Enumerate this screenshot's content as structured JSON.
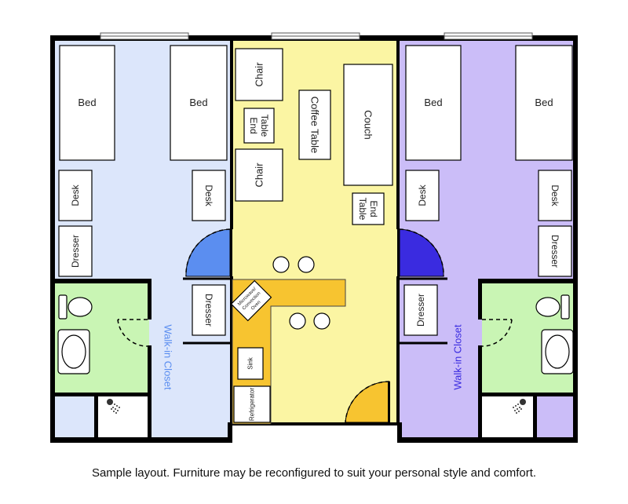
{
  "colors": {
    "wall": "#000000",
    "left_suite": "#dce6fb",
    "right_suite": "#cbbdf8",
    "common": "#fbf5a3",
    "bathroom": "#c9f5b4",
    "kitchen": "#f7c430",
    "left_door": "#5b8ef0",
    "right_door": "#3a2be0",
    "kitchen_door": "#f7c430",
    "furniture": "#ffffff",
    "left_closet_text": "#5b8ef0",
    "right_closet_text": "#3a2be0"
  },
  "labels": {
    "bed": "Bed",
    "desk": "Desk",
    "dresser": "Dresser",
    "chair": "Chair",
    "end_table_line1": "End",
    "end_table_line2": "Table",
    "coffee_table": "Coffee Table",
    "couch": "Couch",
    "walk_in_closet": "Walk-in Closet",
    "microwave_line1": "Microwave/",
    "microwave_line2": "Convection",
    "microwave_line3": "Oven",
    "sink": "Sink",
    "refrigerator": "Refrigerator"
  },
  "icons": {
    "shower": "shower-icon",
    "toilet": "toilet-icon",
    "bathroom_sink": "bathroom-sink-icon",
    "stool": "stool-icon",
    "window": "window-icon"
  },
  "caption": "Sample layout. Furniture may be reconfigured to suit your personal style and comfort."
}
